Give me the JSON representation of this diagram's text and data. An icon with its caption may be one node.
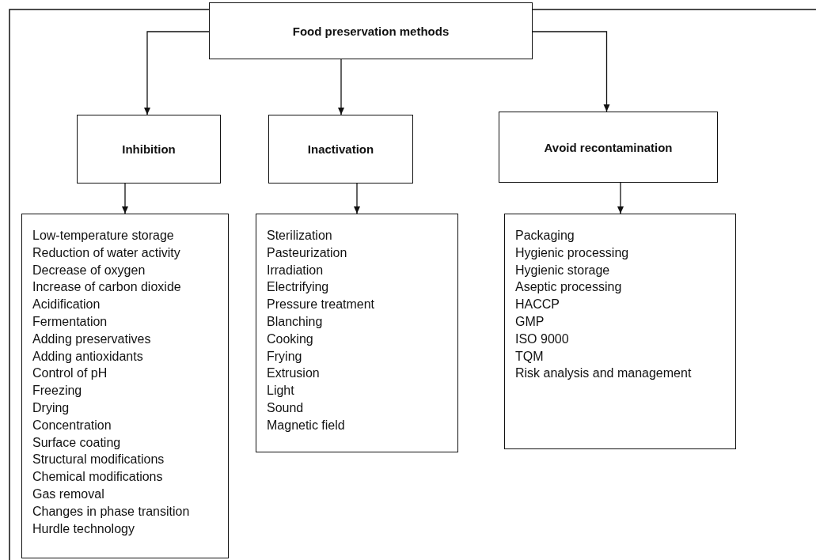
{
  "diagram": {
    "nodes": [
      {
        "text": [
          "Food preservation methods"
        ]
      },
      {
        "text": [
          "Inhibition"
        ]
      },
      {
        "text": [
          "Inactivation"
        ]
      },
      {
        "text": [
          "Avoid recontamination"
        ]
      },
      {
        "text": [
          "Low-temperature storage",
          "Reduction of water activity",
          "Decrease of oxygen",
          "Increase of carbon dioxide",
          "Acidification",
          "Fermentation",
          "Adding preservatives",
          "Adding antioxidants",
          "Control of pH",
          "Freezing",
          "Drying",
          "Concentration",
          "Surface coating",
          "Structural modifications",
          "Chemical modifications",
          "Gas removal",
          "Changes in phase transition",
          "Hurdle technology"
        ]
      },
      {
        "text": [
          "Sterilization",
          "Pasteurization",
          "Irradiation",
          "Electrifying",
          "Pressure treatment",
          "Blanching",
          "Cooking",
          "Frying",
          "Extrusion",
          "Light",
          "Sound",
          "Magnetic field"
        ]
      },
      {
        "text": [
          "Packaging",
          "Hygienic processing",
          "Hygienic storage",
          "Aseptic processing",
          "HACCP",
          "GMP",
          "ISO 9000",
          "TQM",
          "Risk analysis and management"
        ]
      }
    ],
    "edges": [
      {
        "from": 0,
        "to": 1,
        "arrow": "to"
      },
      {
        "from": 0,
        "to": 2,
        "arrow": "to"
      },
      {
        "from": 0,
        "to": 3,
        "arrow": "to"
      },
      {
        "from": 1,
        "to": 4,
        "arrow": "to"
      },
      {
        "from": 2,
        "to": 5,
        "arrow": "to"
      },
      {
        "from": 3,
        "to": 6,
        "arrow": "to"
      }
    ]
  }
}
